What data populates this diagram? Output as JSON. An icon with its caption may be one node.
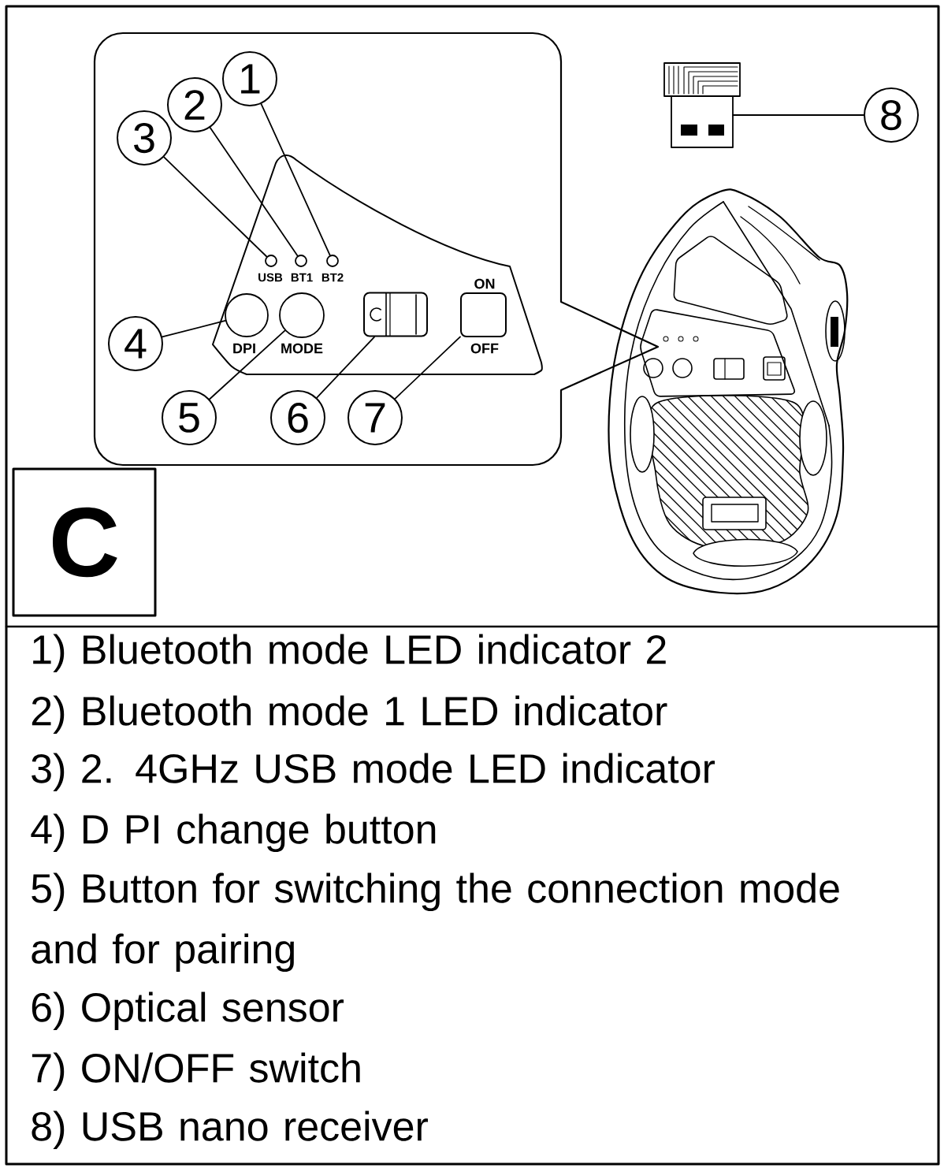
{
  "diagram": {
    "nodes": [
      {
        "text": [
          "1"
        ]
      },
      {
        "text": [
          "2"
        ]
      },
      {
        "text": [
          "3"
        ]
      },
      {
        "text": [
          "4"
        ]
      },
      {
        "text": [
          "5"
        ]
      },
      {
        "text": [
          "6"
        ]
      },
      {
        "text": [
          "7"
        ]
      },
      {
        "text": [
          "8"
        ]
      },
      {
        "text": [
          "C"
        ]
      },
      {
        "text": [],
        "shape": "circle",
        "beside": [
          "USB"
        ]
      },
      {
        "text": [],
        "shape": "circle",
        "beside": [
          "BT1"
        ]
      },
      {
        "text": [],
        "shape": "circle",
        "beside": [
          "BT2"
        ]
      },
      {
        "text": [],
        "shape": "circle",
        "beside": [
          "DPI"
        ]
      },
      {
        "text": [],
        "shape": "circle",
        "beside": [
          "MODE"
        ]
      },
      {
        "text": [],
        "shape": "box"
      },
      {
        "text": [],
        "shape": "box",
        "beside": [
          "ON",
          "OFF"
        ]
      },
      {
        "text": [],
        "shape": "picture"
      }
    ],
    "edges": [
      {
        "from": 0,
        "to": 11,
        "arrow": "none"
      },
      {
        "from": 1,
        "to": 10,
        "arrow": "none"
      },
      {
        "from": 2,
        "to": 9,
        "arrow": "none"
      },
      {
        "from": 3,
        "to": 12,
        "arrow": "none"
      },
      {
        "from": 4,
        "to": 13,
        "arrow": "none"
      },
      {
        "from": 5,
        "to": 14,
        "arrow": "none"
      },
      {
        "from": 6,
        "to": 15,
        "arrow": "none"
      },
      {
        "from": 7,
        "to": 16,
        "arrow": "none"
      }
    ],
    "labels": [
      "1) Bluetooth mode LED indicator 2",
      "2) Bluetooth mode 1 LED indicator",
      "3) 2. 4GHz USB mode LED indicator",
      "4) D PI change button",
      "5) Button for switching the connection mode and for pairing",
      "6) Optical sensor",
      "7) ON/OFF switch",
      "8) USB nano receiver"
    ]
  }
}
